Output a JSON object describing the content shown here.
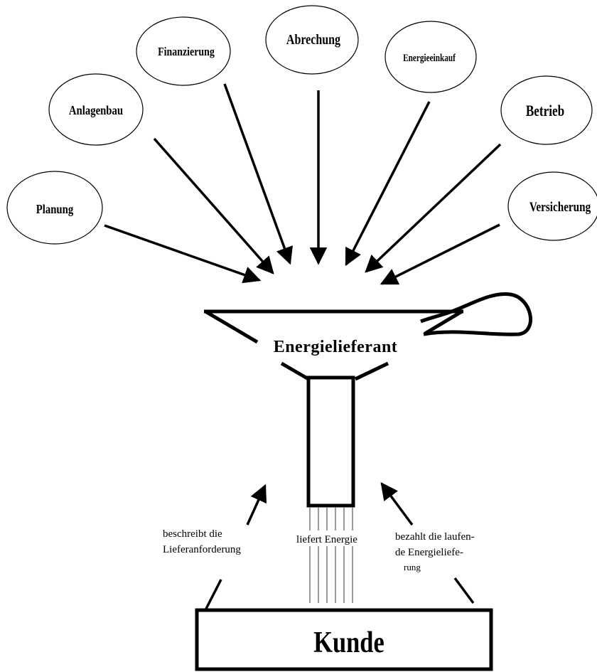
{
  "services": {
    "planung": "Planung",
    "anlagenbau": "Anlagenbau",
    "finanzierung": "Finanzierung",
    "abrechnung": "Abrechung",
    "energieeinkauf": "Energieeinkauf",
    "betrieb": "Betrieb",
    "versicherung": "Versicherung"
  },
  "funnel_label": "Energielieferant",
  "customer_label": "Kunde",
  "annotations": {
    "left_line1": "beschreibt die",
    "left_line2": "Lieferanforderung",
    "middle": "liefert Energie",
    "right_line1": "bezahlt die laufen-",
    "right_line2": "de Energieliefe-",
    "right_line3": "rung"
  }
}
